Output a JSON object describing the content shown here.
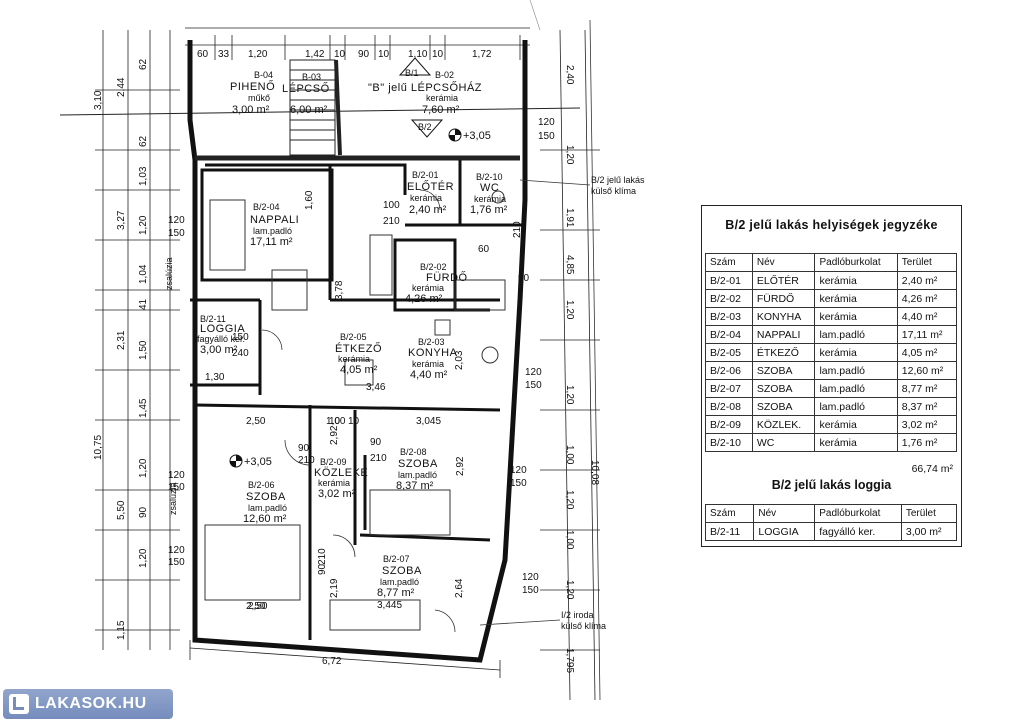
{
  "plan": {
    "rooms": {
      "b03": {
        "id": "B-03",
        "name": "LÉPCSŐ",
        "area": "6,00 m²"
      },
      "b04top": {
        "id": "B-04",
        "name": "PIHENŐ",
        "floor": "műkő",
        "area": "3,00 m²"
      },
      "b02top": {
        "id": "B-02",
        "name": "\"B\" jelű LÉPCSŐHÁZ",
        "floor": "kerámia",
        "area": "7,60 m²"
      },
      "r01": {
        "id": "B/2-01",
        "name": "ELŐTÉR",
        "floor": "kerámia",
        "area": "2,40 m²"
      },
      "r10": {
        "id": "B/2-10",
        "name": "WC",
        "floor": "kerámia",
        "area": "1,76 m²"
      },
      "r04": {
        "id": "B/2-04",
        "name": "NAPPALI",
        "floor": "lam.padló",
        "area": "17,11 m²"
      },
      "r02": {
        "id": "B/2-02",
        "name": "FÜRDŐ",
        "floor": "kerámia",
        "area": "4,26 m²"
      },
      "r11": {
        "id": "B/2-11",
        "name": "LOGGIA",
        "floor": "fagyálló ker.",
        "area": "3,00 m²"
      },
      "r05": {
        "id": "B/2-05",
        "name": "ÉTKEZŐ",
        "floor": "kerámia",
        "area": "4,05 m²"
      },
      "r03": {
        "id": "B/2-03",
        "name": "KONYHA",
        "floor": "kerámia",
        "area": "4,40 m²"
      },
      "r06": {
        "id": "B/2-06",
        "name": "SZOBA",
        "floor": "lam.padló",
        "area": "12,60 m²"
      },
      "r09": {
        "id": "B/2-09",
        "name": "KÖZLEKE",
        "floor": "kerámia",
        "area": "3,02 m²"
      },
      "r08": {
        "id": "B/2-08",
        "name": "SZOBA",
        "floor": "lam.padló",
        "area": "8,37 m²"
      },
      "r07": {
        "id": "B/2-07",
        "name": "SZOBA",
        "floor": "lam.padló",
        "area": "8,77 m²"
      }
    },
    "markers": {
      "stair_tag_1": "B/1",
      "stair_tag_2": "B/2",
      "level_1": "+3,05",
      "level_2": "+3,05"
    },
    "notes": {
      "climate_top_1": "B/2 jelű lakás",
      "climate_top_2": "külső klíma",
      "climate_bot_1": "I/2 iroda",
      "climate_bot_2": "külső klíma",
      "shutter_1": "zsalúzia",
      "shutter_2": "zsalúzia"
    },
    "dims_top": [
      "60",
      "33",
      "1,20",
      "1,42",
      "10",
      "90",
      "10",
      "1,10",
      "10",
      "1,72"
    ],
    "dims_left_outer": [
      "3,10",
      "2,44",
      "3,27",
      "2,31",
      "10,75",
      "5,50",
      "1,15"
    ],
    "dims_left_inner": [
      "62",
      "62",
      "1,03",
      "1,20",
      "1,04",
      "41",
      "1,50",
      "1,45",
      "1,20",
      "90",
      "1,20"
    ],
    "dims_right": [
      "2,40",
      "1,20",
      "1,91",
      "4,85",
      "1,20",
      "1,20",
      "1,00",
      "1,20",
      "1,00",
      "1,20",
      "1,795",
      "10,08"
    ],
    "dims_bottom": [
      "6,72",
      "2,50",
      "3,445"
    ],
    "dims_interior": [
      "1,30",
      "2,50",
      "1,00",
      "3,045",
      "3,78",
      "1,60",
      "2,50",
      "2,92",
      "2,92",
      "2,03",
      "2,19",
      "2,64",
      "240",
      "150",
      "100",
      "210",
      "90",
      "210",
      "120",
      "150",
      "120",
      "150",
      "120",
      "150",
      "120",
      "150",
      "120",
      "150",
      "120",
      "150",
      "120",
      "150",
      "90",
      "210",
      "10",
      "10",
      "60",
      "90",
      "210",
      "90",
      "210",
      "3,46"
    ]
  },
  "schedule": {
    "title": "B/2 jelű lakás helyiségek jegyzéke",
    "headers": [
      "Szám",
      "Név",
      "Padlóburkolat",
      "Terület"
    ],
    "rows": [
      [
        "B/2-01",
        "ELŐTÉR",
        "kerámia",
        "2,40 m²"
      ],
      [
        "B/2-02",
        "FÜRDŐ",
        "kerámia",
        "4,26 m²"
      ],
      [
        "B/2-03",
        "KONYHA",
        "kerámia",
        "4,40 m²"
      ],
      [
        "B/2-04",
        "NAPPALI",
        "lam.padló",
        "17,11 m²"
      ],
      [
        "B/2-05",
        "ÉTKEZŐ",
        "kerámia",
        "4,05 m²"
      ],
      [
        "B/2-06",
        "SZOBA",
        "lam.padló",
        "12,60 m²"
      ],
      [
        "B/2-07",
        "SZOBA",
        "lam.padló",
        "8,77 m²"
      ],
      [
        "B/2-08",
        "SZOBA",
        "lam.padló",
        "8,37 m²"
      ],
      [
        "B/2-09",
        "KÖZLEK.",
        "kerámia",
        "3,02 m²"
      ],
      [
        "B/2-10",
        "WC",
        "kerámia",
        "1,76 m²"
      ]
    ],
    "total": "66,74 m²",
    "loggia_title": "B/2 jelű lakás loggia",
    "loggia_headers": [
      "Szám",
      "Név",
      "Padlóburkolat",
      "Terület"
    ],
    "loggia_rows": [
      [
        "B/2-11",
        "LOGGIA",
        "fagyálló ker.",
        "3,00 m²"
      ]
    ]
  },
  "watermark": {
    "text": "LAKASOK.HU",
    "color": "#6f86bb"
  }
}
